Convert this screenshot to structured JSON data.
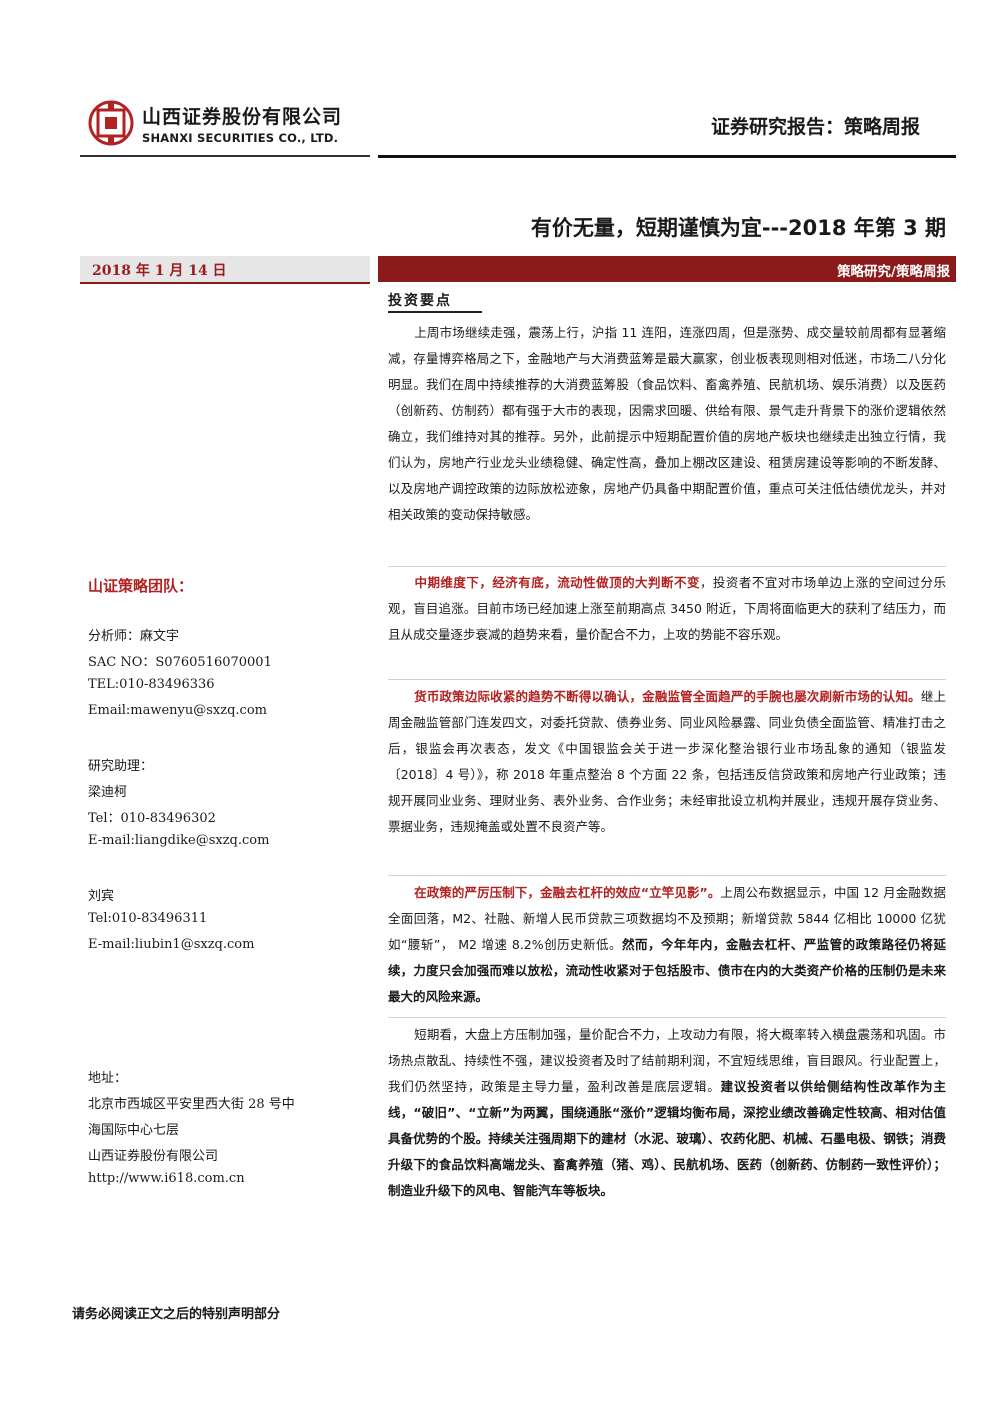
{
  "header": {
    "company_cn": "山西证券股份有限公司",
    "company_en": "SHANXI SECURITIES CO., LTD.",
    "report_type": "证券研究报告：策略周报",
    "brand_color": "#b22222"
  },
  "title": "有价无量，短期谨慎为宜---2018 年第 3 期",
  "date": "2018 年 1 月 14 日",
  "category": "策略研究/策略周报",
  "key_points_heading": "投资要点",
  "paragraphs": {
    "p1": "上周市场继续走强，震荡上行，沪指 11 连阳，连涨四周，但是涨势、成交量较前周都有显著缩减，存量博弈格局之下，金融地产与大消费蓝筹是最大赢家，创业板表现则相对低迷，市场二八分化明显。我们在周中持续推荐的大消费蓝筹股（食品饮料、畜禽养殖、民航机场、娱乐消费）以及医药（创新药、仿制药）都有强于大市的表现，因需求回暖、供给有限、景气走升背景下的涨价逻辑依然确立，我们维持对其的推荐。另外，此前提示中短期配置价值的房地产板块也继续走出独立行情，我们认为，房地产行业龙头业绩稳健、确定性高，叠加上棚改区建设、租赁房建设等影响的不断发酵、以及房地产调控政策的边际放松迹象，房地产仍具备中期配置价值，重点可关注低估绩优龙头，并对相关政策的变动保持敏感。",
    "p2_lead": "中期维度下，经济有底，流动性做顶的大判断不变",
    "p2_rest": "，投资者不宜对市场单边上涨的空间过分乐观，盲目追涨。目前市场已经加速上涨至前期高点 3450 附近，下周将面临更大的获利了结压力，而且从成交量逐步衰减的趋势来看，量价配合不力，上攻的势能不容乐观。",
    "p3_lead": "货币政策边际收紧的趋势不断得以确认，金融监管全面趋严的手腕也屡次刷新市场的认知。",
    "p3_rest": "继上周金融监管部门连发四文，对委托贷款、债券业务、同业风险暴露、同业负债全面监管、精准打击之后，银监会再次表态，发文《中国银监会关于进一步深化整治银行业市场乱象的通知（银监发〔2018〕4 号）》，称 2018 年重点整治 8 个方面 22 条，包括违反信贷政策和房地产行业政策；违规开展同业业务、理财业务、表外业务、合作业务；未经审批设立机构并展业，违规开展存贷业务、票据业务，违规掩盖或处置不良资产等。",
    "p4_lead": "在政策的严厉压制下，金融去杠杆的效应“立竿见影”。",
    "p4_mid": "上周公布数据显示，中国 12 月金融数据全面回落，M2、社融、新增人民币贷款三项数据均不及预期；新增贷款 5844 亿相比 10000 亿犹如“腰斩”， M2 增速 8.2%创历史新低。",
    "p4_bold": "然而，今年年内，金融去杠杆、严监管的政策路径仍将延续，力度只会加强而难以放松，流动性收紧对于包括股市、债市在内的大类资产价格的压制仍是未来最大的风险来源。",
    "p5_rest": "短期看，大盘上方压制加强，量价配合不力，上攻动力有限，将大概率转入横盘震荡和巩固。市场热点散乱、持续性不强，建议投资者及时了结前期利润，不宜短线思维，盲目跟风。行业配置上，我们仍然坚持，政策是主导力量，盈利改善是底层逻辑。",
    "p5_bold": "建议投资者以供给侧结构性改革作为主线，“破旧”、“立新”为两翼，围绕通胀“涨价”逻辑均衡布局，深挖业绩改善确定性较高、相对估值具备优势的个股。持续关注强周期下的建材（水泥、玻璃）、农药化肥、机械、石墨电极、钢铁；消费升级下的食品饮料高端龙头、畜禽养殖（猪、鸡）、民航机场、医药（创新药、仿制药一致性评价）；制造业升级下的风电、智能汽车等板块。"
  },
  "sidebar": {
    "team_title": "山证策略团队：",
    "analyst": "分析师：麻文宇",
    "sac_no": "SAC NO：S0760516070001",
    "tel1": "TEL:010-83496336",
    "email1": "Email:mawenyu@sxzq.com",
    "assistant_label": "研究助理：",
    "assistant1_name": "梁迪柯",
    "assistant1_tel": "Tel：010-83496302",
    "assistant1_email": "E-mail:liangdike@sxzq.com",
    "assistant2_name": "刘宾",
    "assistant2_tel": "Tel:010-83496311",
    "assistant2_email": "E-mail:liubin1@sxzq.com",
    "address_label": "地址：",
    "address_line1": "北京市西城区平安里西大街 28 号中",
    "address_line2": "海国际中心七层",
    "address_line3": "山西证券股份有限公司",
    "website": "http://www.i618.com.cn"
  },
  "footer_note": "请务必阅读正文之后的特别声明部分"
}
